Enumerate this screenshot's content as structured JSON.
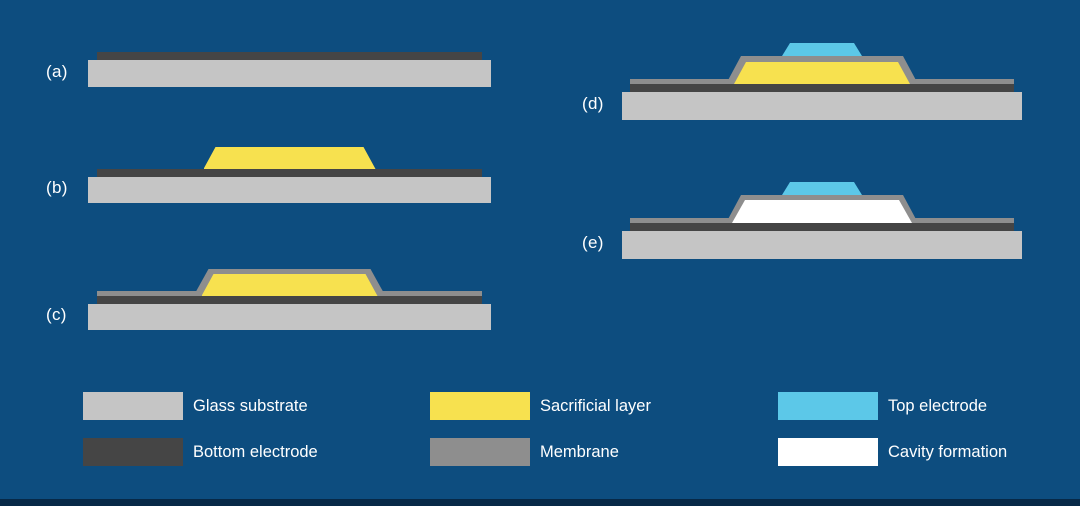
{
  "colors": {
    "background": "#0d4d7f",
    "glass-substrate": "#c5c5c5",
    "bottom-electrode": "#454545",
    "sacrificial-layer": "#f7e14f",
    "membrane": "#8e8e8e",
    "top-electrode": "#5cc8e8",
    "cavity": "#ffffff",
    "label-text": "#ffffff",
    "footer-bar": "#072947"
  },
  "panels": [
    {
      "id": "a",
      "label": "(a)"
    },
    {
      "id": "b",
      "label": "(b)"
    },
    {
      "id": "c",
      "label": "(c)"
    },
    {
      "id": "d",
      "label": "(d)"
    },
    {
      "id": "e",
      "label": "(e)"
    }
  ],
  "legend": {
    "items": [
      {
        "label": "Glass substrate",
        "color_key": "glass-substrate"
      },
      {
        "label": "Bottom electrode",
        "color_key": "bottom-electrode"
      },
      {
        "label": "Sacrificial layer",
        "color_key": "sacrificial-layer"
      },
      {
        "label": "Membrane",
        "color_key": "membrane"
      },
      {
        "label": "Top electrode",
        "color_key": "top-electrode"
      },
      {
        "label": "Cavity formation",
        "color_key": "cavity"
      }
    ]
  }
}
